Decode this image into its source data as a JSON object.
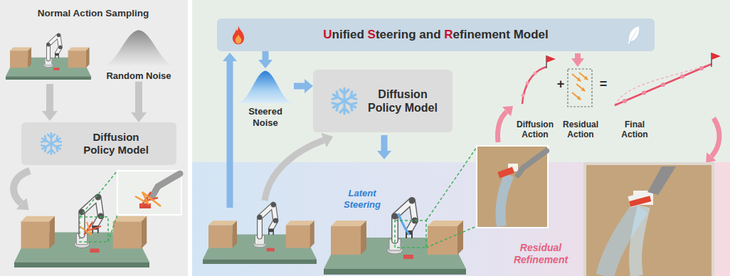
{
  "diagram": {
    "nodes": [
      {
        "text": [
          "Random Noise"
        ]
      },
      {
        "text": [
          "Diffusion Policy Model"
        ]
      },
      {
        "text": [
          "Unified Steering and Refinement Model"
        ]
      },
      {
        "text": [
          "Steered Noise"
        ]
      },
      {
        "text": [
          "Diffusion Policy Model"
        ]
      }
    ],
    "edges": [
      {
        "from": 0,
        "to": 1,
        "arrow": "to"
      },
      {
        "from": 2,
        "to": 3,
        "arrow": "to"
      },
      {
        "from": 3,
        "to": 4,
        "arrow": "to"
      }
    ],
    "labels": [
      "Normal Action Sampling",
      "Latent Steering",
      "Diffusion Action",
      "+",
      "Residual Action",
      "=",
      "Final Action",
      "Residual Refinement"
    ]
  }
}
